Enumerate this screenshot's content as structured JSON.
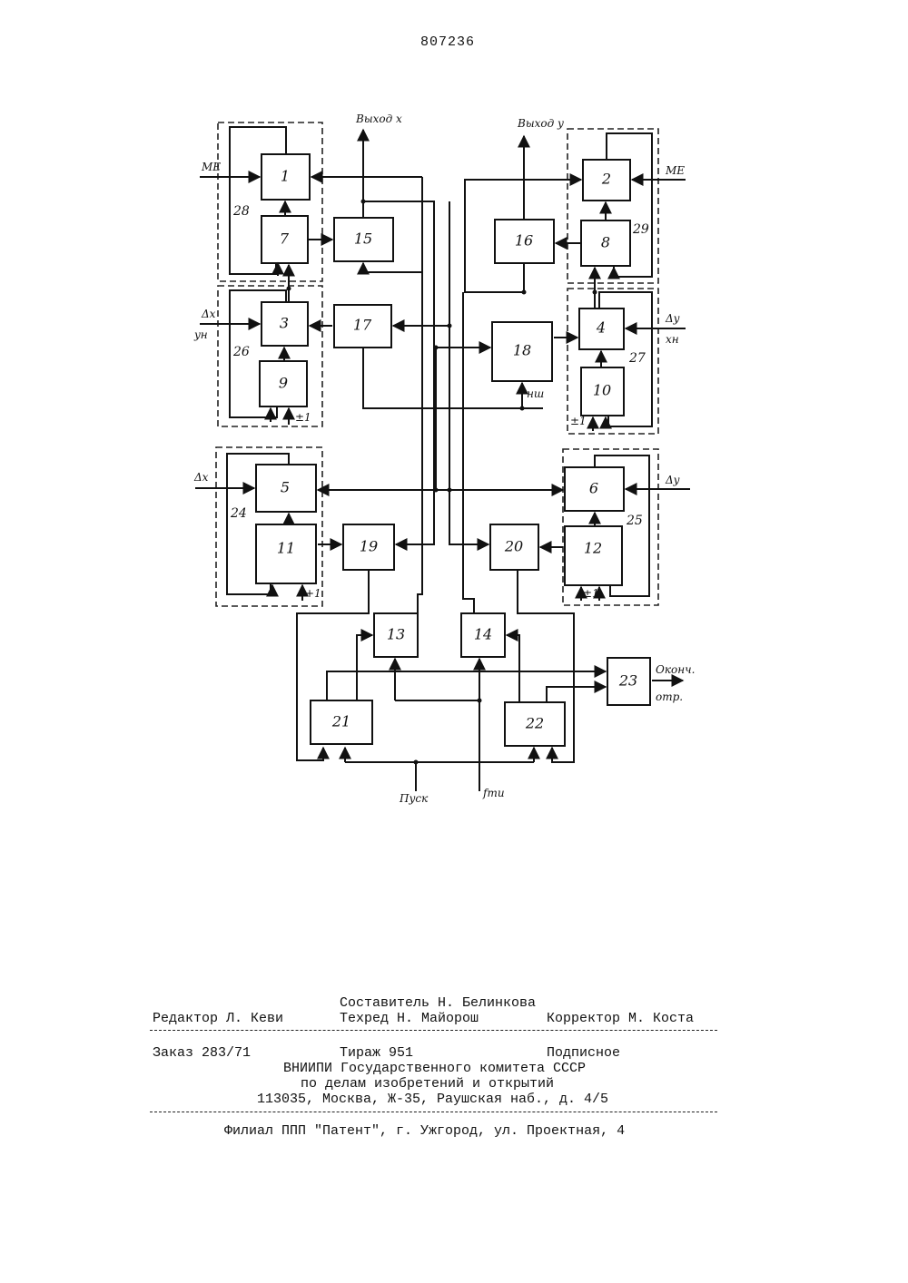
{
  "patent_number": "807236",
  "diagram": {
    "blocks": [
      "1",
      "2",
      "3",
      "4",
      "5",
      "6",
      "7",
      "8",
      "9",
      "10",
      "11",
      "12",
      "13",
      "14",
      "15",
      "16",
      "17",
      "18",
      "19",
      "20",
      "21",
      "22",
      "23"
    ],
    "groups": [
      "28",
      "29",
      "26",
      "27",
      "24",
      "25"
    ],
    "signals": {
      "out_x": "Выход x",
      "out_y": "Выход y",
      "me_left": "МЕ",
      "me_right": "МЕ",
      "dx_left": "Δx",
      "yn_left": "yн",
      "dy_right": "Δy",
      "xn_right": "xн",
      "dx_24": "Δx",
      "dy_25": "Δy",
      "pm1_9": "±1",
      "pm1_10": "±1",
      "p1_11": "+1",
      "pm1_12": "±1",
      "nsh": "нш",
      "end_1": "Оконч.",
      "end_2": "отр.",
      "start": "Пуск",
      "ftn": "fти"
    }
  },
  "footer": {
    "composer": "Составитель Н. Белинкова",
    "editor": "Редактор Л. Кеви",
    "techred": "Техред Н. Майорош",
    "corrector": "Корректор М. Коста",
    "order": "Заказ 283/71",
    "circulation": "Тираж 951",
    "subscription": "Подписное",
    "org_1": "ВНИИПИ Государственного комитета СССР",
    "org_2": "по делам изобретений и открытий",
    "address": "113035, Москва, Ж-35, Раушская наб., д. 4/5",
    "branch": "Филиал ППП \"Патент\", г. Ужгород, ул. Проектная, 4"
  }
}
